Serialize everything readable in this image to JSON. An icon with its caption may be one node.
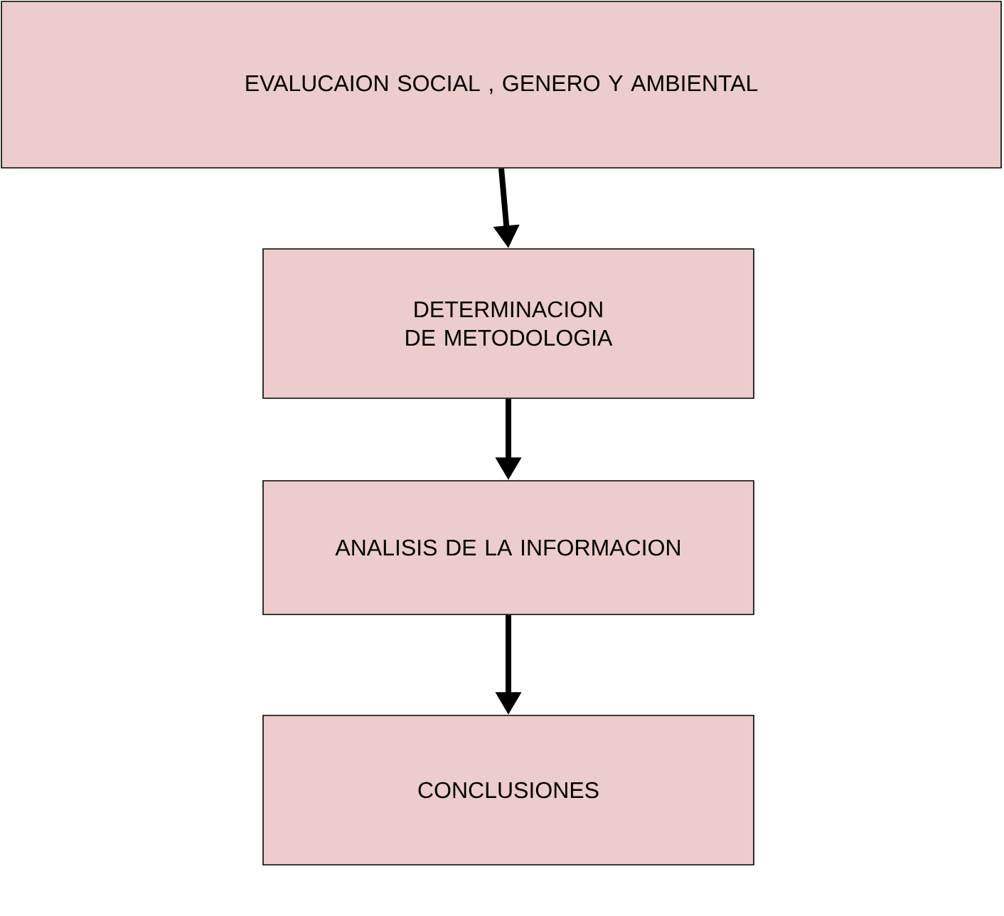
{
  "diagram": {
    "nodes": [
      {
        "text": [
          "EVALUCAION SOCIAL , GENERO Y AMBIENTAL"
        ]
      },
      {
        "text": [
          "DETERMINACION DE METODOLOGIA"
        ]
      },
      {
        "text": [
          "ANALISIS DE LA INFORMACION"
        ]
      },
      {
        "text": [
          "CONCLUSIONES"
        ]
      }
    ],
    "edges": [
      {
        "from": 0,
        "to": 1,
        "arrow": "to"
      },
      {
        "from": 1,
        "to": 2,
        "arrow": "to"
      },
      {
        "from": 2,
        "to": 3,
        "arrow": "to"
      }
    ]
  }
}
